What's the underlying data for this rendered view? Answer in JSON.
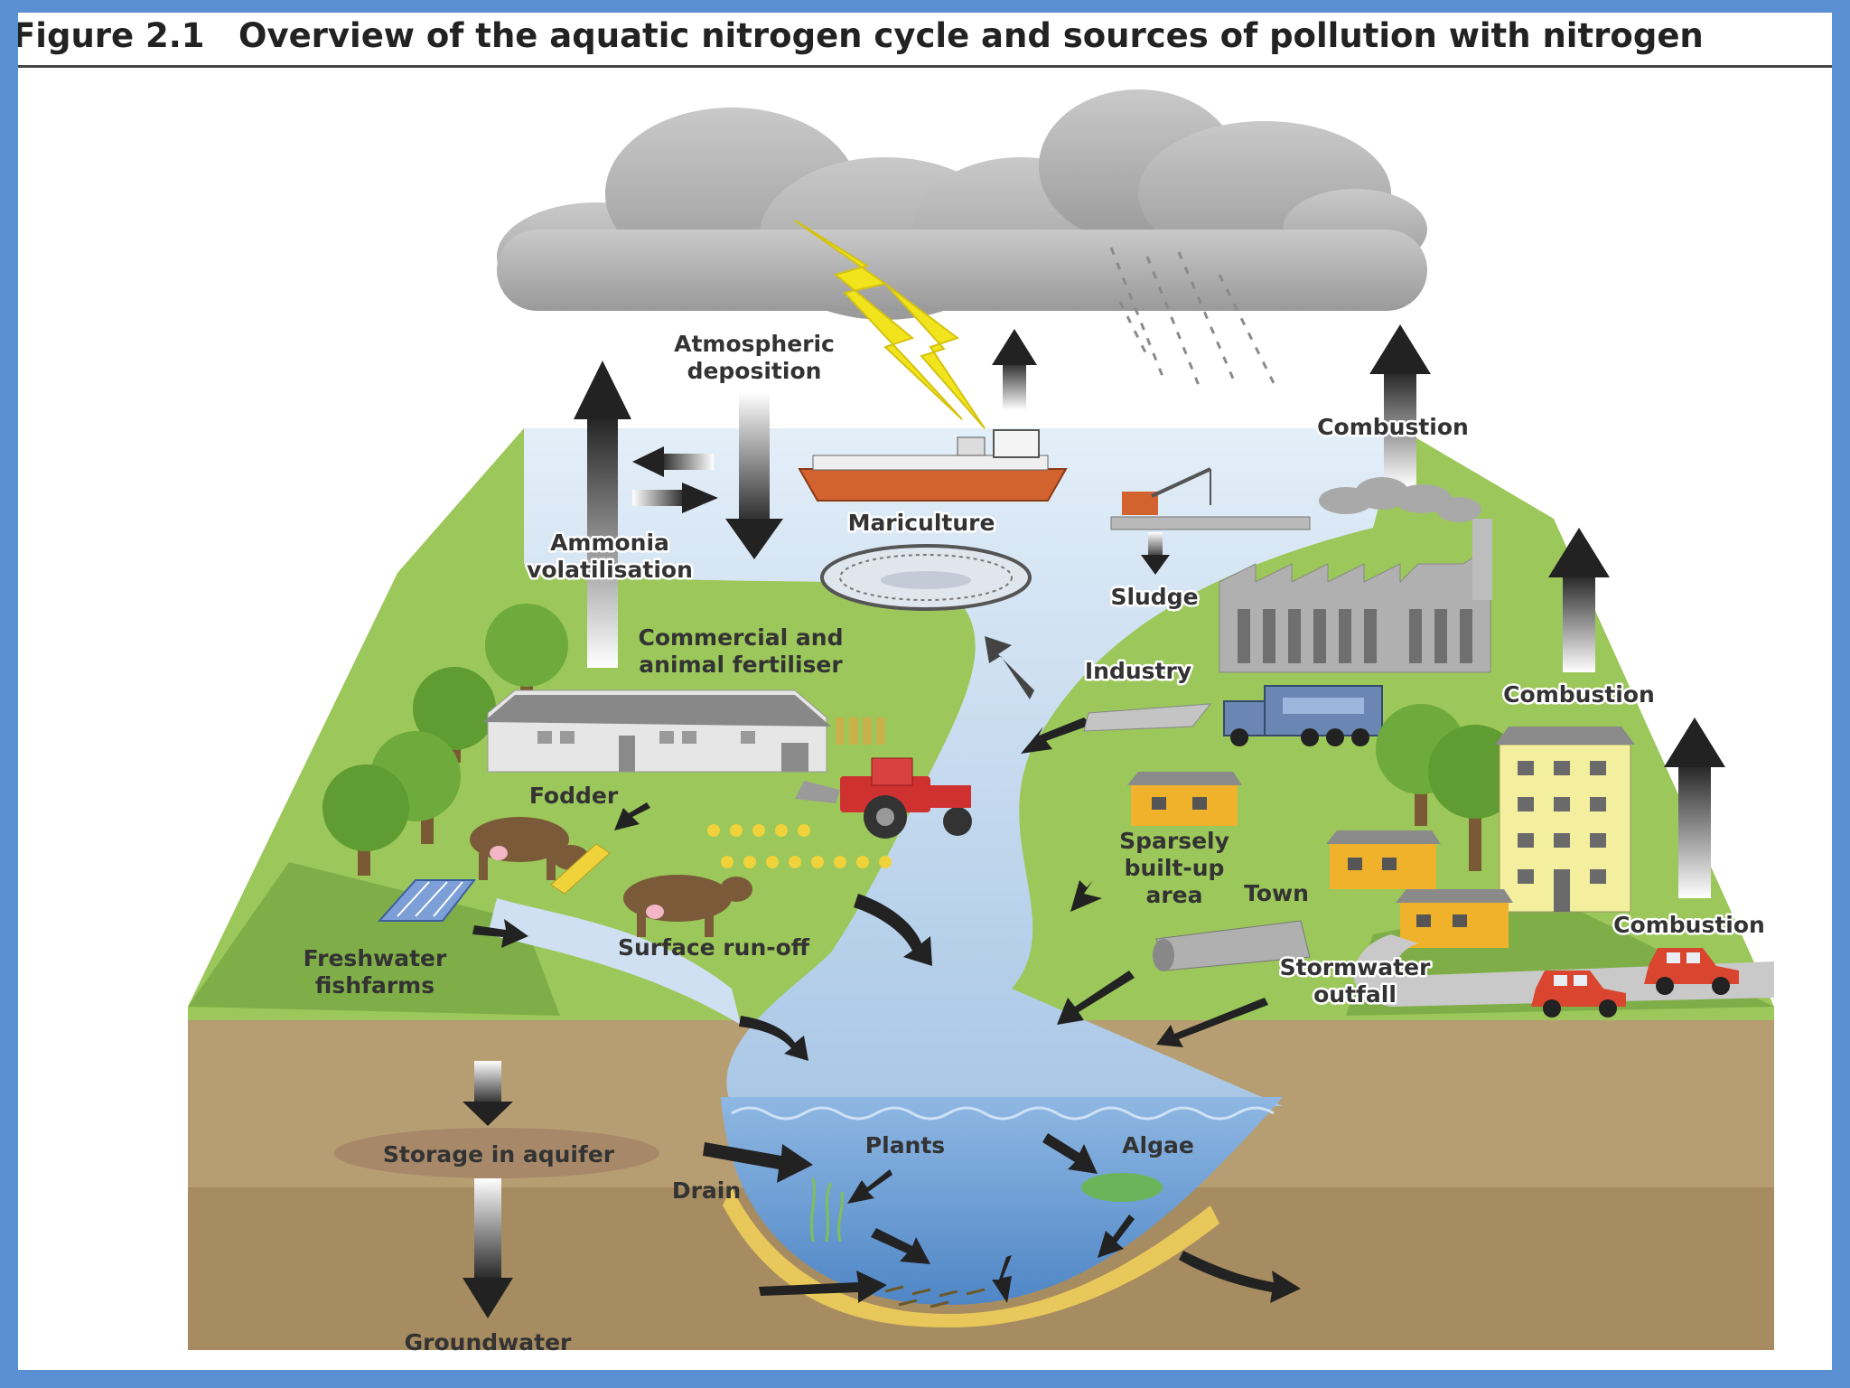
{
  "figure": {
    "number": "Figure 2.1",
    "title": "Overview of the aquatic nitrogen cycle and sources of pollution with nitrogen"
  },
  "labels": {
    "atmospheric_deposition": [
      "Atmospheric",
      "deposition"
    ],
    "ammonia_volatilisation": [
      "Ammonia",
      "volatilisation"
    ],
    "mariculture": "Mariculture",
    "sludge": "Sludge",
    "industry": "Industry",
    "combustion_top": "Combustion",
    "combustion_mid": "Combustion",
    "combustion_right": "Combustion",
    "commercial_fertiliser": [
      "Commercial and",
      "animal fertiliser"
    ],
    "fodder": "Fodder",
    "sparsely_built_up_area": [
      "Sparsely",
      "built-up",
      "area"
    ],
    "town": "Town",
    "freshwater_fishfarms": [
      "Freshwater",
      "fishfarms"
    ],
    "surface_run_off": "Surface run-off",
    "stormwater_outfall": [
      "Stormwater",
      "outfall"
    ],
    "storage_in_aquifer": "Storage in aquifer",
    "drain": "Drain",
    "plants": "Plants",
    "algae": "Algae",
    "groundwater": "Groundwater"
  },
  "colors": {
    "border": "#5b8fd4",
    "land": "#9cc75a",
    "water": "#b9d3ec",
    "soil": "#b9a074",
    "cloud": "#a9a9a9",
    "lightning": "#f2e41c"
  }
}
